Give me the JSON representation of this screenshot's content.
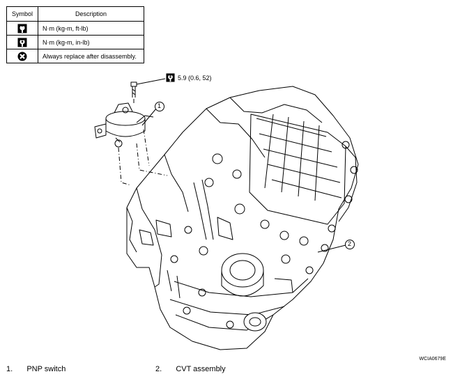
{
  "legend": {
    "headers": {
      "symbol": "Symbol",
      "description": "Description"
    },
    "rows": [
      {
        "icon": "torque-wrench-ft-lb-icon",
        "description": "N·m (kg-m, ft-lb)"
      },
      {
        "icon": "torque-wrench-in-lb-icon",
        "description": "N·m (kg-m, in-lb)"
      },
      {
        "icon": "always-replace-icon",
        "description": "Always replace after disassembly."
      }
    ]
  },
  "torque_spec": {
    "icon": "torque-wrench-in-lb-icon",
    "value": "5.9 (0.6, 52)"
  },
  "callouts": [
    {
      "number": "1"
    },
    {
      "number": "2"
    }
  ],
  "figure_code": "WCIA0679E",
  "parts": [
    {
      "number": "1.",
      "name": "PNP switch"
    },
    {
      "number": "2.",
      "name": "CVT assembly"
    }
  ]
}
